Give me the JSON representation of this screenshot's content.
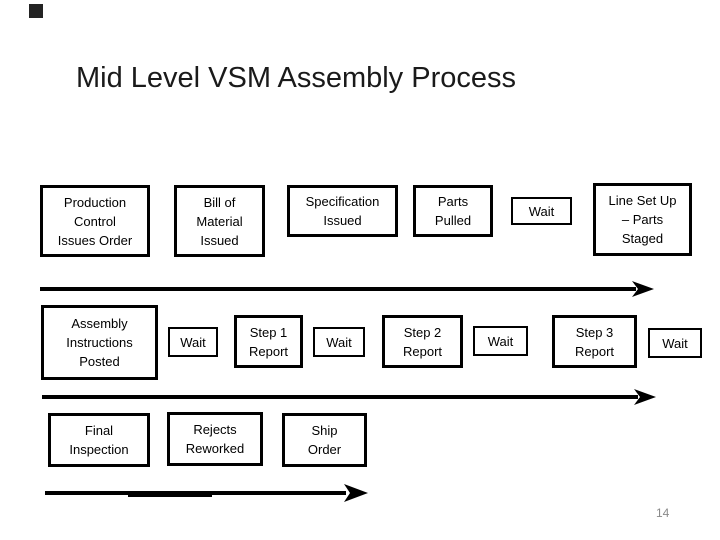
{
  "slide": {
    "title": "Mid Level VSM Assembly Process",
    "page_number": "14",
    "colors": {
      "background": "#ffffff",
      "box_border": "#000000",
      "box_text": "#000000",
      "arrow": "#000000",
      "title_text": "#1a1a1a",
      "page_number_text": "#8a8a8a",
      "corner_square": "#232323"
    }
  },
  "rows": {
    "r1": [
      {
        "label": "Production\nControl\nIssues Order"
      },
      {
        "label": "Bill of\nMaterial\nIssued"
      },
      {
        "label": "Specification\nIssued"
      },
      {
        "label": "Parts\nPulled"
      },
      {
        "label": "Wait"
      },
      {
        "label": "Line Set Up\n– Parts\nStaged"
      }
    ],
    "r2": [
      {
        "label": "Assembly\nInstructions\nPosted"
      },
      {
        "label": "Wait"
      },
      {
        "label": "Step 1\nReport"
      },
      {
        "label": "Wait"
      },
      {
        "label": "Step 2\nReport"
      },
      {
        "label": "Wait"
      },
      {
        "label": "Step 3\nReport"
      },
      {
        "label": "Wait"
      }
    ],
    "r3": [
      {
        "label": "Final\nInspection"
      },
      {
        "label": "Rejects\nReworked"
      },
      {
        "label": "Ship\nOrder"
      }
    ]
  }
}
